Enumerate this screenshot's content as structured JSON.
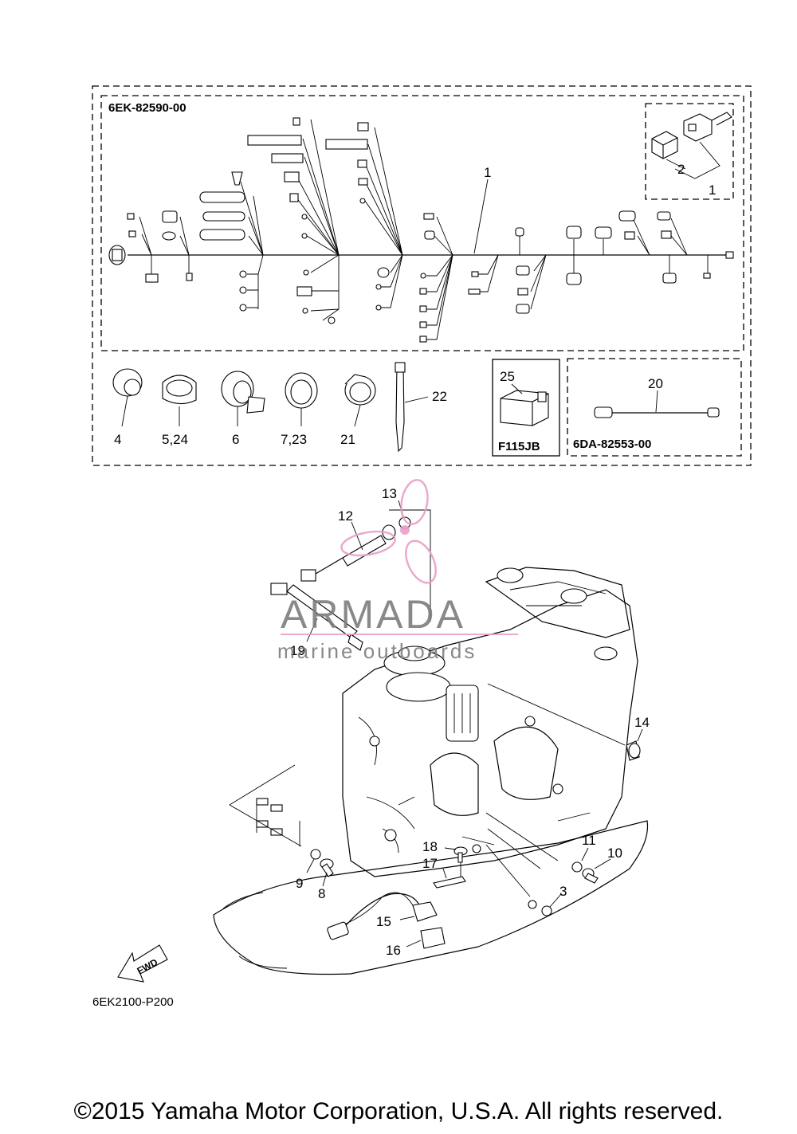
{
  "harness_code": "6EK-82590-00",
  "sub_harness_code": "6DA-82553-00",
  "model_code": "F115JB",
  "figure_code": "6EK2100-P200",
  "fwd_label": "FWD",
  "watermark": {
    "brand": "ARMADA",
    "tagline": "marine outboards",
    "accent_color": "#e8a0c8"
  },
  "copyright": "©2015 Yamaha Motor Corporation, U.S.A. All rights reserved.",
  "callouts": {
    "c1a": "1",
    "c1b": "1",
    "c2": "2",
    "c3": "3",
    "c4": "4",
    "c5": "5,24",
    "c6": "6",
    "c7": "7,23",
    "c8": "8",
    "c9": "9",
    "c10": "10",
    "c11": "11",
    "c12": "12",
    "c13": "13",
    "c14": "14",
    "c15": "15",
    "c16": "16",
    "c17": "17",
    "c18": "18",
    "c19": "19",
    "c20": "20",
    "c21": "21",
    "c22": "22",
    "c25": "25"
  }
}
